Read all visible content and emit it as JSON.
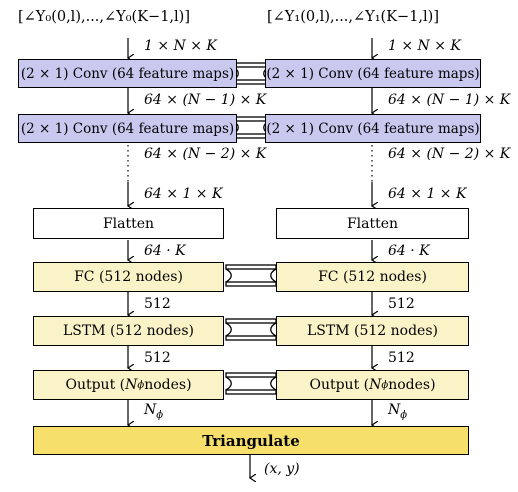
{
  "inputs": {
    "left": "[∠Y₀(0,l),...,∠Y₀(K−1,l)]",
    "right": "[∠Y₁(0,l),...,∠Y₁(K−1,l)]"
  },
  "dims": {
    "input": "1 × N × K",
    "conv1": "64 × (N − 1) × K",
    "conv2": "64 × (N − 2) × K",
    "convN": "64 × 1 × K",
    "flatten": "64 · K",
    "fc": "512",
    "lstm": "512",
    "output": "N",
    "output_sub": "ϕ",
    "final": "(x, y)"
  },
  "layers": {
    "conv": "(2 × 1) Conv (64 feature maps)",
    "flatten": "Flatten",
    "fc": "FC (512 nodes)",
    "lstm": "LSTM (512 nodes)",
    "output_prefix": "Output (",
    "output_var": "N",
    "output_sub": "ϕ",
    "output_suffix": " nodes)",
    "triangulate": "Triangulate"
  },
  "colors": {
    "conv": "#c9c9f0",
    "dense": "#fbf3c8",
    "triangulate": "#f6e06b"
  }
}
